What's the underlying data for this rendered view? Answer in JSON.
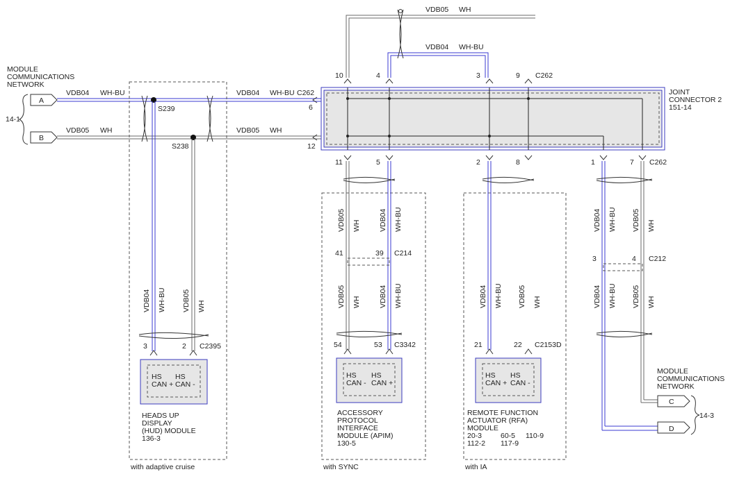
{
  "colors": {
    "can_high": "#3a3ad0",
    "can_low": "#6a6a6a",
    "module_fill": "#e6e6e6",
    "module_border": "#3b3bbf"
  },
  "network_left": {
    "title_lines": [
      "MODULE",
      "COMMUNICATIONS",
      "NETWORK"
    ],
    "ref": "14-1",
    "conn_a": "A",
    "conn_b": "B"
  },
  "network_right": {
    "title_lines": [
      "MODULE",
      "COMMUNICATIONS",
      "NETWORK"
    ],
    "ref": "14-3",
    "conn_c": "C",
    "conn_d": "D"
  },
  "wires": {
    "vdb04": "VDB04",
    "vdb05": "VDB05",
    "wh_bu": "WH-BU",
    "wh": "WH"
  },
  "splices": {
    "s239": "S239",
    "s238": "S238"
  },
  "joint_connector": {
    "title_lines": [
      "JOINT",
      "CONNECTOR 2",
      "151-14"
    ],
    "c262": "C262",
    "pins_top": [
      "10",
      "4",
      "3",
      "9"
    ],
    "pins_left": [
      "6",
      "12"
    ],
    "pins_bottom": [
      "11",
      "5",
      "2",
      "8",
      "1",
      "7"
    ]
  },
  "hud": {
    "connector": "C2395",
    "pin_high": "3",
    "pin_low": "2",
    "can_high": [
      "HS",
      "CAN +"
    ],
    "can_low": [
      "HS",
      "CAN -"
    ],
    "name_lines": [
      "HEADS UP",
      "DISPLAY",
      "(HUD) MODULE",
      "136-3"
    ],
    "option": "with adaptive cruise"
  },
  "apim": {
    "inline_connector": "C214",
    "inline_pin_low": "41",
    "inline_pin_high": "39",
    "connector": "C3342",
    "pin_low": "54",
    "pin_high": "53",
    "can_low": [
      "HS",
      "CAN -"
    ],
    "can_high": [
      "HS",
      "CAN +"
    ],
    "name_lines": [
      "ACCESSORY",
      "PROTOCOL",
      "INTERFACE",
      "MODULE (APIM)",
      "130-5"
    ],
    "option": "with SYNC"
  },
  "rfa": {
    "connector": "C2153D",
    "pin_high": "21",
    "pin_low": "22",
    "can_high": [
      "HS",
      "CAN +"
    ],
    "can_low": [
      "HS",
      "CAN -"
    ],
    "name_lines": [
      "REMOTE FUNCTION",
      "ACTUATOR (RFA)",
      "MODULE"
    ],
    "refs_row1": [
      "20-3",
      "60-5",
      "110-9"
    ],
    "refs_row2": [
      "112-2",
      "117-9"
    ],
    "option": "with IA"
  },
  "c212": {
    "connector": "C212",
    "pin_high": "3",
    "pin_low": "4"
  }
}
